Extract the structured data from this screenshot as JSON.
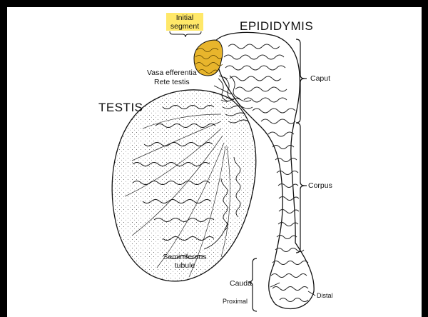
{
  "labels": {
    "initial_segment_line1": "Initial",
    "initial_segment_line2": "segment",
    "epididymis": "EPIDIDYMIS",
    "testis": "TESTIS",
    "vasa_efferentia": "Vasa efferentia",
    "rete_testis": "Rete testis",
    "caput": "Caput",
    "corpus": "Corpus",
    "seminiferous_line1": "Seminiferous",
    "seminiferous_line2": "tubule",
    "cauda": "Cauda",
    "proximal": "Proximal",
    "distal": "Distal"
  },
  "colors": {
    "frame": "#000000",
    "background": "#ffffff",
    "initial_segment_highlight": "#ffe869",
    "initial_segment_region": "#e8b52c",
    "line": "#111111"
  }
}
